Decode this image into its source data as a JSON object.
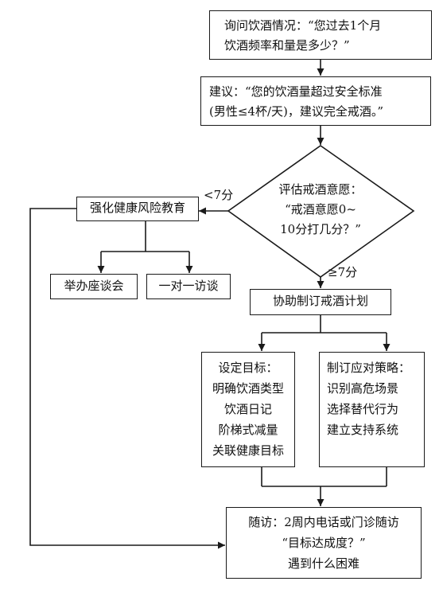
{
  "nodes": {
    "ask": {
      "lines": [
        "询问饮酒情况：“您过去1个月",
        "饮酒频率和量是多少？”"
      ]
    },
    "advise": {
      "lines": [
        "建议：“您的饮酒量超过安全标准",
        "(男性≤4杯/天)，建议完全戒酒。”"
      ]
    },
    "assess": {
      "lines": [
        "评估戒酒意愿：",
        "“戒酒意愿0~",
        "10分打几分？”"
      ]
    },
    "educate": {
      "lines": [
        "强化健康风险教育"
      ]
    },
    "lecture": {
      "lines": [
        "举办座谈会"
      ]
    },
    "one_on_one": {
      "lines": [
        "一对一访谈"
      ]
    },
    "plan": {
      "lines": [
        "协助制订戒酒计划"
      ]
    },
    "goals": {
      "lines": [
        "设定目标：",
        "明确饮酒类型",
        "饮酒日记",
        "阶梯式减量",
        "关联健康目标"
      ]
    },
    "strategy": {
      "lines": [
        "制订应对策略：",
        "识别高危场景",
        "选择替代行为",
        "建立支持系统"
      ]
    },
    "followup": {
      "lines": [
        "随访：2周内电话或门诊随访",
        "“目标达成度？”",
        "遇到什么困难"
      ]
    }
  },
  "edge_labels": {
    "low": "<7分",
    "high": "≥7分"
  },
  "colors": {
    "stroke": "#1a1a1a",
    "text": "#111111",
    "background": "#ffffff"
  }
}
